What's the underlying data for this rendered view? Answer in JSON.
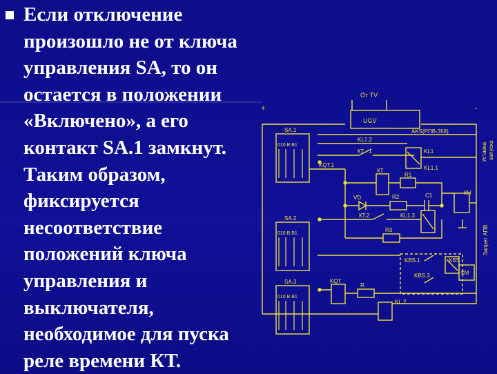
{
  "slide": {
    "lines": [
      "Если отключение",
      "произошло не от ключа",
      "управления SA, то он",
      "остается в положении",
      "«Включено», а его",
      "контакт SA.1 замкнут.",
      "Таким образом,",
      "фиксируется",
      "несоответствие",
      "положений ключа",
      "управления и",
      "выключателя,",
      "необходимое для пуска",
      "реле времени КТ."
    ]
  },
  "diagram": {
    "labels": {
      "plus": "+",
      "minus": "-",
      "source": "От ТV",
      "ugv": "UGV",
      "aks": "AKS(РПВ-358)",
      "sa1": "SA.1",
      "sa2": "SA.2",
      "sa3": "SA.3",
      "pos_sa1": "010 В В1",
      "pos_sa2": "010 В В1",
      "pos_sa3": "010 В В1",
      "kl12": "KL1.2",
      "kt1": "КТ . 1",
      "kl1": "KL1",
      "kl11": "KL1.1",
      "kqt1": "KQТ.1",
      "kt": "КТ",
      "r1": "R1",
      "vd": "VD",
      "r2": "R2",
      "c1": "C1",
      "kh": "КН",
      "kt2": "КТ.2",
      "kl13": "KL1.3",
      "r3": "R3",
      "kbs1": "KBS.1",
      "kbs": "KBS",
      "kbs3": "KBS.3",
      "km": "КМ",
      "kqt": "KQT",
      "r": "R",
      "kl2": "KL.2",
      "side_top": "Уставка",
      "side_top2": "запуска",
      "side_bottom": "Запрет АПВ"
    }
  },
  "colors": {
    "background": "#0e0e8e",
    "text": "#ffffff",
    "diagram": "#f0e23a"
  }
}
